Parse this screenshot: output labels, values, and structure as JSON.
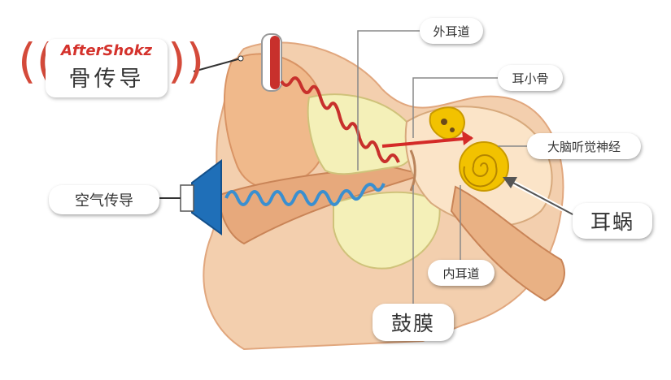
{
  "brand": {
    "name": "AfterShokz",
    "subtitle": "骨传导"
  },
  "labels": {
    "outer_ear_canal": "外耳道",
    "ossicles": "耳小骨",
    "auditory_nerve": "大脑听觉神经",
    "air_conduction": "空气传导",
    "cochlea": "耳蜗",
    "inner_ear_canal": "内耳道",
    "eardrum": "鼓膜"
  },
  "colors": {
    "bone_wave": "#c8302c",
    "air_wave": "#3a8fd0",
    "speaker": "#1f6fb8",
    "skin": "#f3c9a4",
    "bone": "#f4f0b8",
    "cochlea": "#f2c200"
  }
}
